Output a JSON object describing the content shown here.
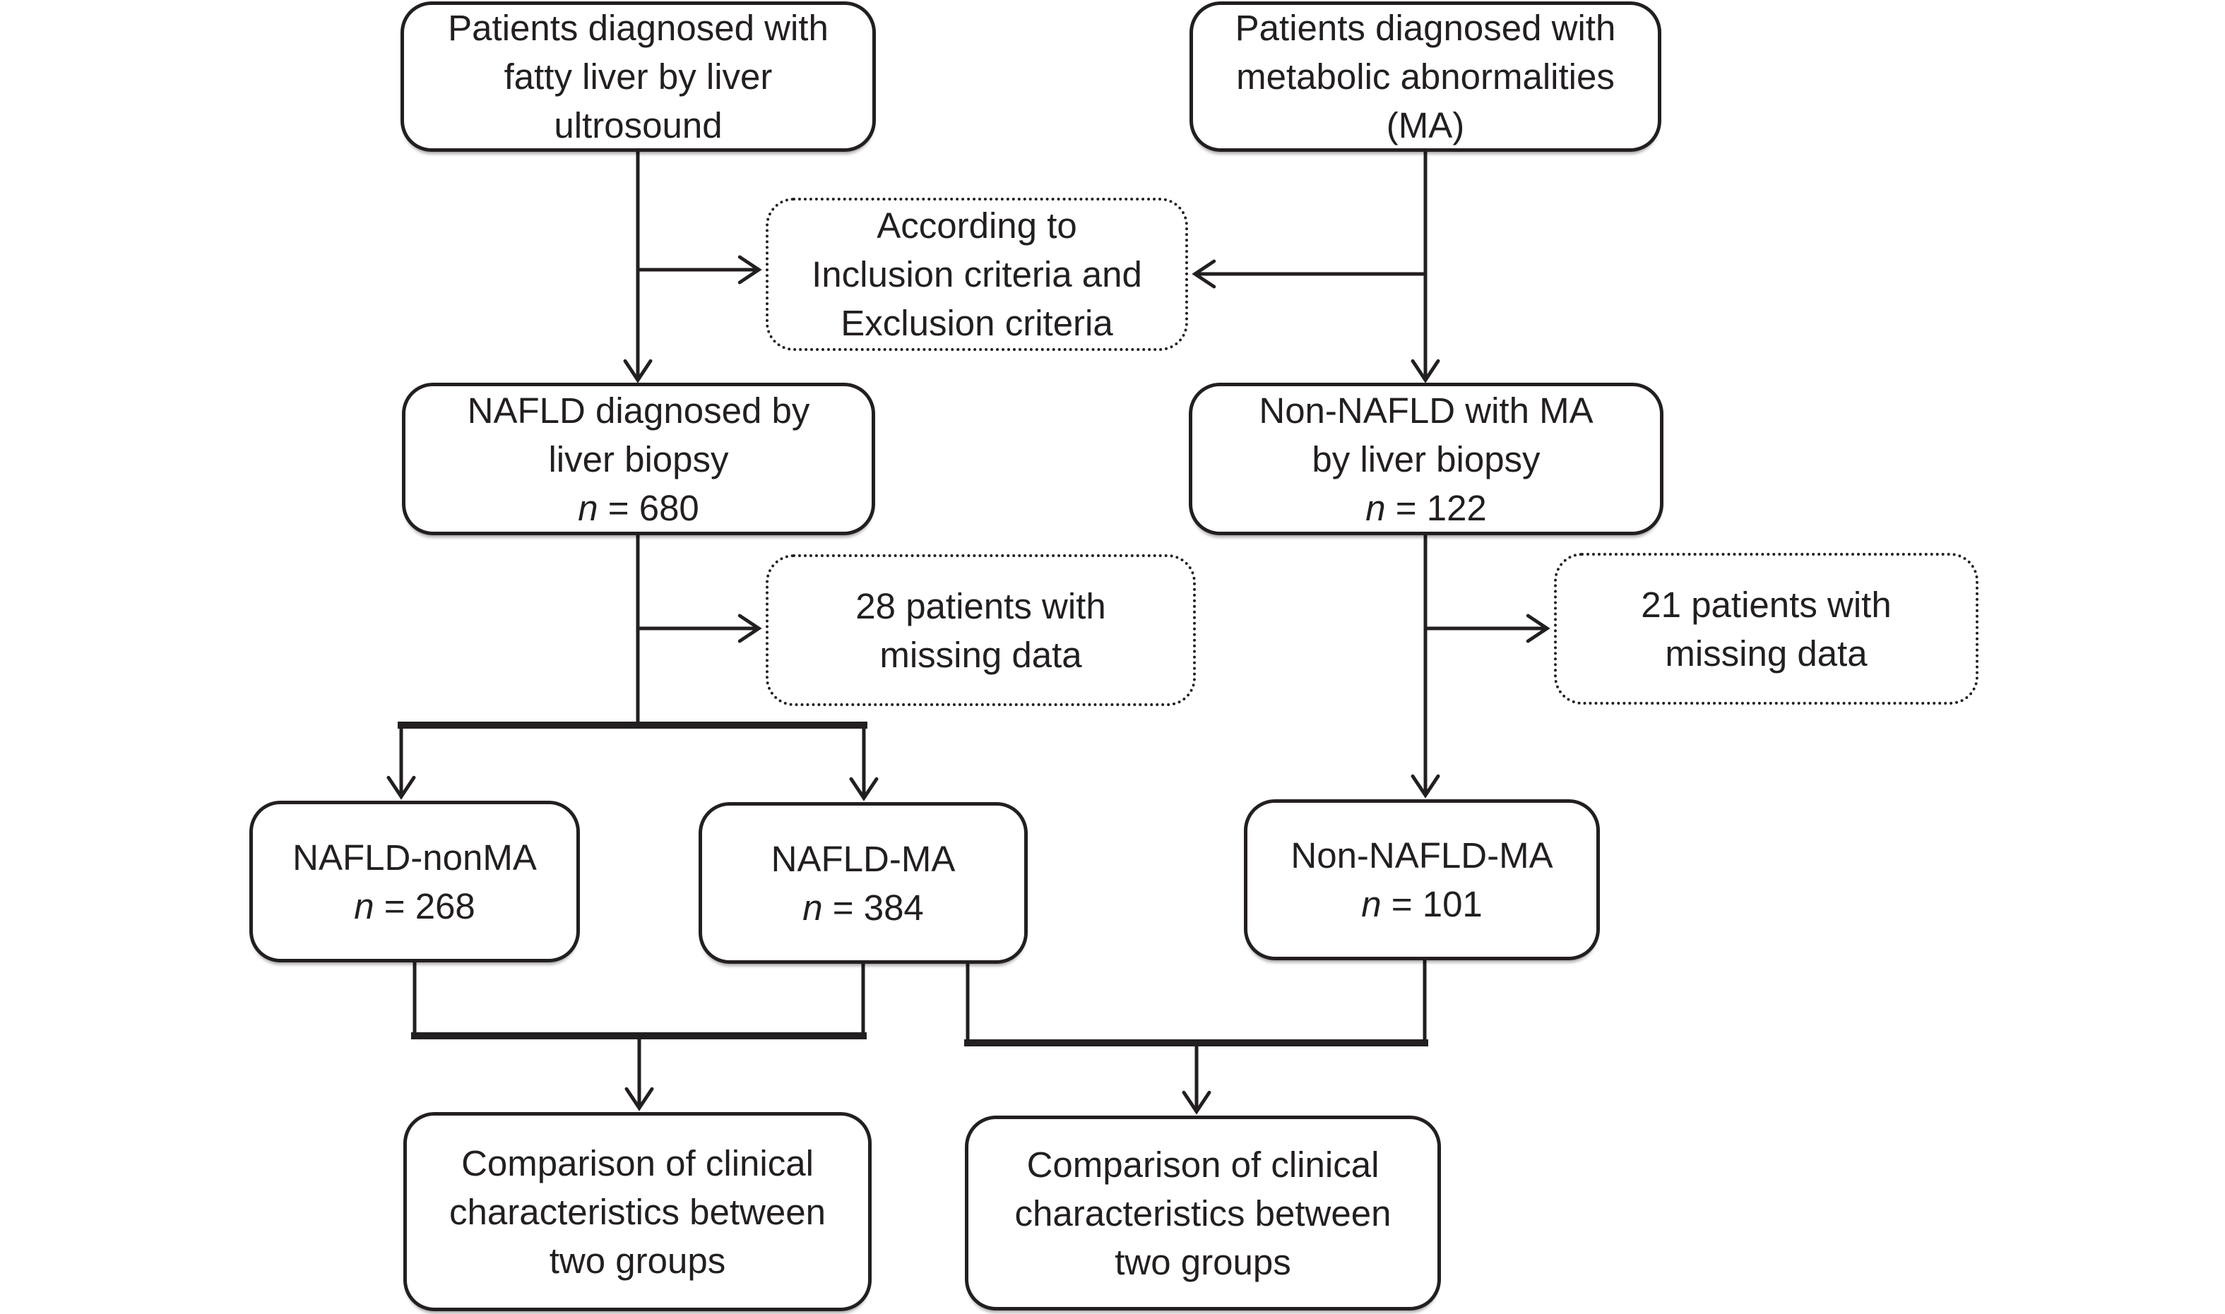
{
  "colors": {
    "ink": "#231f20",
    "background": "#ffffff"
  },
  "boxes": {
    "fatty_liver": {
      "lines": [
        "Patients diagnosed with",
        "fatty liver by liver",
        "ultrosound"
      ]
    },
    "metabolic": {
      "lines": [
        "Patients diagnosed with",
        "metabolic abnormalities",
        "(MA)"
      ]
    },
    "criteria": {
      "lines": [
        "According to",
        "Inclusion criteria and",
        "Exclusion criteria"
      ]
    },
    "nafld_biopsy": {
      "lines": [
        "NAFLD diagnosed by",
        "liver biopsy"
      ],
      "n_italic": "n",
      "n_text": " = 680"
    },
    "non_nafld_biopsy": {
      "lines": [
        "Non-NAFLD with MA",
        "by liver biopsy"
      ],
      "n_italic": "n",
      "n_text": " = 122"
    },
    "missing_left": {
      "lines": [
        "28 patients with",
        "missing data"
      ]
    },
    "missing_right": {
      "lines": [
        "21 patients with",
        "missing data"
      ]
    },
    "nafld_nonma": {
      "label": "NAFLD-nonMA",
      "n_italic": "n",
      "n_text": " = 268"
    },
    "nafld_ma": {
      "label": "NAFLD-MA",
      "n_italic": "n",
      "n_text": " = 384"
    },
    "non_nafld_ma": {
      "label": "Non-NAFLD-MA",
      "n_italic": "n",
      "n_text": " = 101"
    },
    "comparison_left": {
      "lines": [
        "Comparison of clinical",
        "characteristics between",
        "two groups"
      ]
    },
    "comparison_right": {
      "lines": [
        "Comparison of clinical",
        "characteristics between",
        "two groups"
      ]
    }
  }
}
